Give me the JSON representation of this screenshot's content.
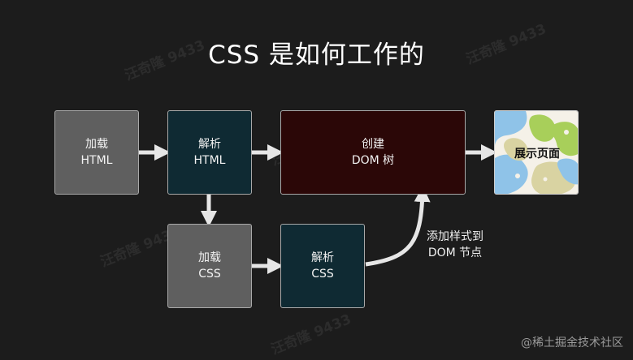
{
  "title": "CSS 是如何工作的",
  "nodes": {
    "load_html": [
      "加载",
      "HTML"
    ],
    "parse_html": [
      "解析",
      "HTML"
    ],
    "create_dom": [
      "创建",
      "DOM 树"
    ],
    "display_page": "展示页面",
    "load_css": [
      "加载",
      "CSS"
    ],
    "parse_css": [
      "解析",
      "CSS"
    ]
  },
  "edge_label": [
    "添加样式到",
    "DOM 节点"
  ],
  "watermark": "汪奇隆 9433",
  "credit": "@稀土掘金技术社区",
  "colors": {
    "background": "#1c1c1c",
    "grey_box": "#5f5f5f",
    "teal_box": "#0f2a33",
    "red_box": "#2b0707",
    "arrow": "#e6e6e6"
  }
}
